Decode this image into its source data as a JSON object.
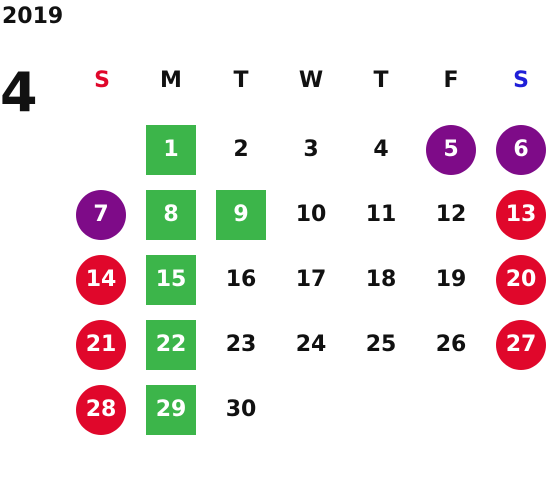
{
  "calendar": {
    "year": "2019",
    "month": "4",
    "weekdays": [
      {
        "label": "S",
        "color": "#e0072b"
      },
      {
        "label": "M",
        "color": "#111111"
      },
      {
        "label": "T",
        "color": "#111111"
      },
      {
        "label": "W",
        "color": "#111111"
      },
      {
        "label": "T",
        "color": "#111111"
      },
      {
        "label": "F",
        "color": "#111111"
      },
      {
        "label": "S",
        "color": "#1f1fd8"
      }
    ],
    "days": [
      {
        "label": "1",
        "style": "green"
      },
      {
        "label": "2",
        "style": "plain"
      },
      {
        "label": "3",
        "style": "plain"
      },
      {
        "label": "4",
        "style": "plain"
      },
      {
        "label": "5",
        "style": "purple"
      },
      {
        "label": "6",
        "style": "purple"
      },
      {
        "label": "7",
        "style": "purple"
      },
      {
        "label": "8",
        "style": "green"
      },
      {
        "label": "9",
        "style": "green"
      },
      {
        "label": "10",
        "style": "plain"
      },
      {
        "label": "11",
        "style": "plain"
      },
      {
        "label": "12",
        "style": "plain"
      },
      {
        "label": "13",
        "style": "red"
      },
      {
        "label": "14",
        "style": "red"
      },
      {
        "label": "15",
        "style": "green"
      },
      {
        "label": "16",
        "style": "plain"
      },
      {
        "label": "17",
        "style": "plain"
      },
      {
        "label": "18",
        "style": "plain"
      },
      {
        "label": "19",
        "style": "plain"
      },
      {
        "label": "20",
        "style": "red"
      },
      {
        "label": "21",
        "style": "red"
      },
      {
        "label": "22",
        "style": "green"
      },
      {
        "label": "23",
        "style": "plain"
      },
      {
        "label": "24",
        "style": "plain"
      },
      {
        "label": "25",
        "style": "plain"
      },
      {
        "label": "26",
        "style": "plain"
      },
      {
        "label": "27",
        "style": "red"
      },
      {
        "label": "28",
        "style": "red"
      },
      {
        "label": "29",
        "style": "green"
      },
      {
        "label": "30",
        "style": "plain"
      }
    ],
    "colors": {
      "green": "#3cb54a",
      "red": "#e0072b",
      "purple": "#7e0b88",
      "sunday_header": "#e0072b",
      "saturday_header": "#1f1fd8"
    }
  }
}
